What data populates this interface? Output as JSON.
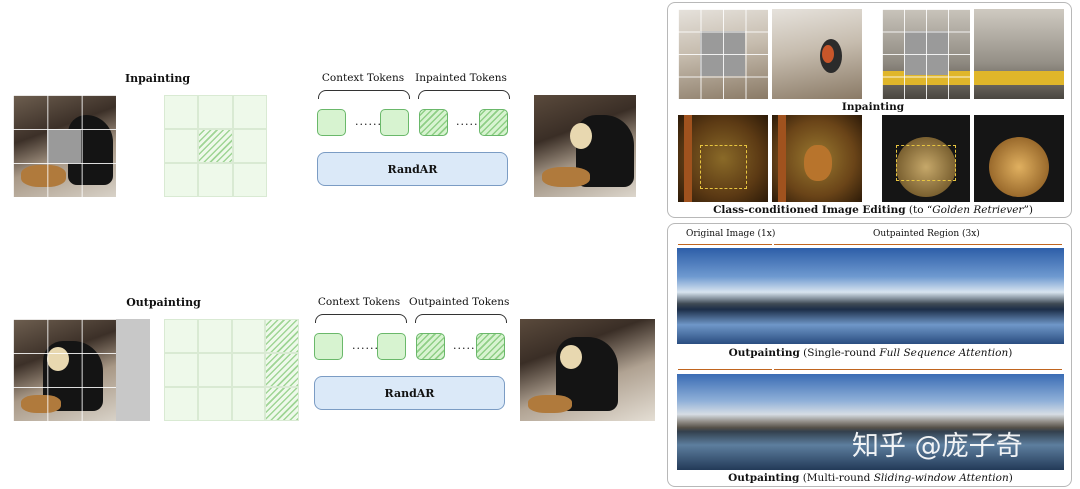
{
  "inpainting_row": {
    "title": "Inpainting",
    "context_label": "Context Tokens",
    "inpainted_label": "Inpainted Tokens",
    "dots": "......",
    "model": "RandAR"
  },
  "outpainting_row": {
    "title": "Outpainting",
    "context_label": "Context Tokens",
    "outpainted_label": "Outpainted Tokens",
    "dots": "......",
    "model": "RandAR"
  },
  "panel_top": {
    "caption_inpainting": "Inpainting",
    "caption_edit_bold": "Class-conditioned Image Editing",
    "caption_edit_rest_pre": " (to “",
    "caption_edit_italic": "Golden Retriever",
    "caption_edit_rest_post": "”)"
  },
  "panel_bottom": {
    "original_label": "Original Image (1x)",
    "outpainted_label": "Outpainted Region (3x)",
    "caption1_bold": "Outpainting",
    "caption1_pre": " (Single-round ",
    "caption1_italic": "Full Sequence Attention",
    "caption1_post": ")",
    "caption2_bold": "Outpainting",
    "caption2_pre": " (Multi-round ",
    "caption2_italic": "Sliding-window Attention",
    "caption2_post": ")"
  },
  "watermark": "知乎 @庞子奇",
  "colors": {
    "token_fill": "#d7f3d0",
    "token_border": "#6ab86a",
    "model_fill": "#dbe9f8",
    "model_border": "#7b9cc4",
    "arrow": "#c0651f"
  }
}
